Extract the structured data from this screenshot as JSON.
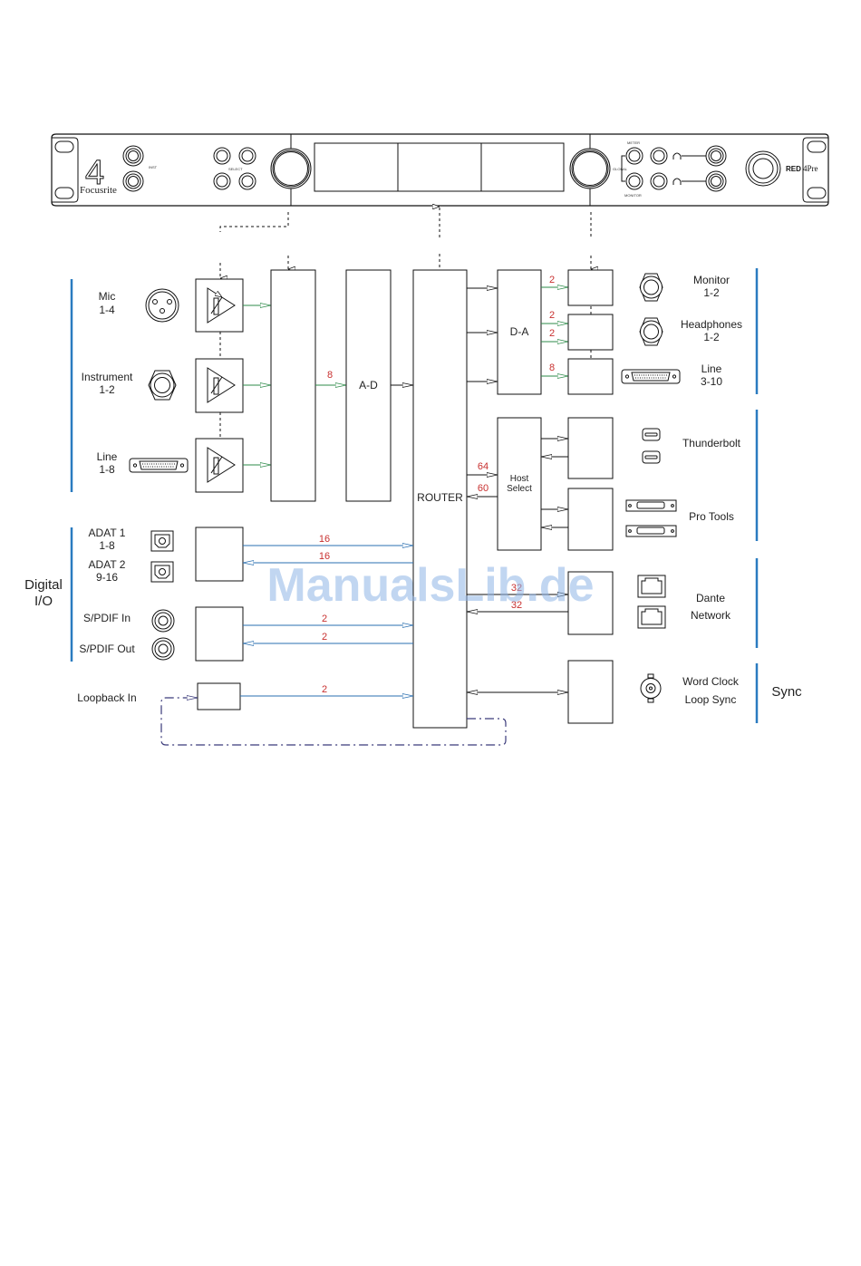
{
  "front_panel": {
    "brand": "Focusrite",
    "logo_numeral": "4",
    "model_red": "RED",
    "model_name": "4Pre",
    "labels": {
      "inst": "INST",
      "select": "SELECT",
      "meter": "METER",
      "global": "GLOBAL",
      "monitor": "MONITOR"
    }
  },
  "inputs": {
    "mic": {
      "name": "Mic",
      "range": "1-4"
    },
    "instrument": {
      "name": "Instrument",
      "range": "1-2"
    },
    "line": {
      "name": "Line",
      "range": "1-8"
    }
  },
  "blocks": {
    "ad": "A-D",
    "da": "D-A",
    "router": "ROUTER",
    "host_select": [
      "Host",
      "Select"
    ]
  },
  "channel_counts": {
    "preamp_to_ad": "8",
    "da_monitor": "2",
    "da_headphones_a": "2",
    "da_headphones_b": "2",
    "da_line": "8",
    "router_to_host": "64",
    "host_to_router": "60",
    "adat_in": "16",
    "adat_out": "16",
    "spdif_in": "2",
    "spdif_out": "2",
    "dante_out": "32",
    "dante_in": "32",
    "loopback": "2"
  },
  "outputs": {
    "monitor": {
      "name": "Monitor",
      "range": "1-2"
    },
    "headphones": {
      "name": "Headphones",
      "range": "1-2"
    },
    "line": {
      "name": "Line",
      "range": "3-10"
    }
  },
  "host": {
    "thunderbolt": "Thunderbolt",
    "pro_tools": "Pro Tools"
  },
  "digital_io": {
    "section": [
      "Digital",
      "I/O"
    ],
    "adat1": {
      "name": "ADAT 1",
      "range": "1-8"
    },
    "adat2": {
      "name": "ADAT 2",
      "range": "9-16"
    },
    "spdif_in": "S/PDIF In",
    "spdif_out": "S/PDIF Out"
  },
  "network": {
    "dante": [
      "Dante",
      "Network"
    ]
  },
  "sync": {
    "section": "Sync",
    "word_clock": [
      "Word Clock",
      "Loop Sync"
    ]
  },
  "loopback": "Loopback In",
  "watermark": "ManualsLib.de",
  "colors": {
    "analog_signal": "#2e8b4a",
    "digital_signal": "#2a6fb0",
    "channel_count": "#c8302f",
    "section_bar": "#2a7bc0",
    "loopback_path": "#3a3a7a"
  }
}
